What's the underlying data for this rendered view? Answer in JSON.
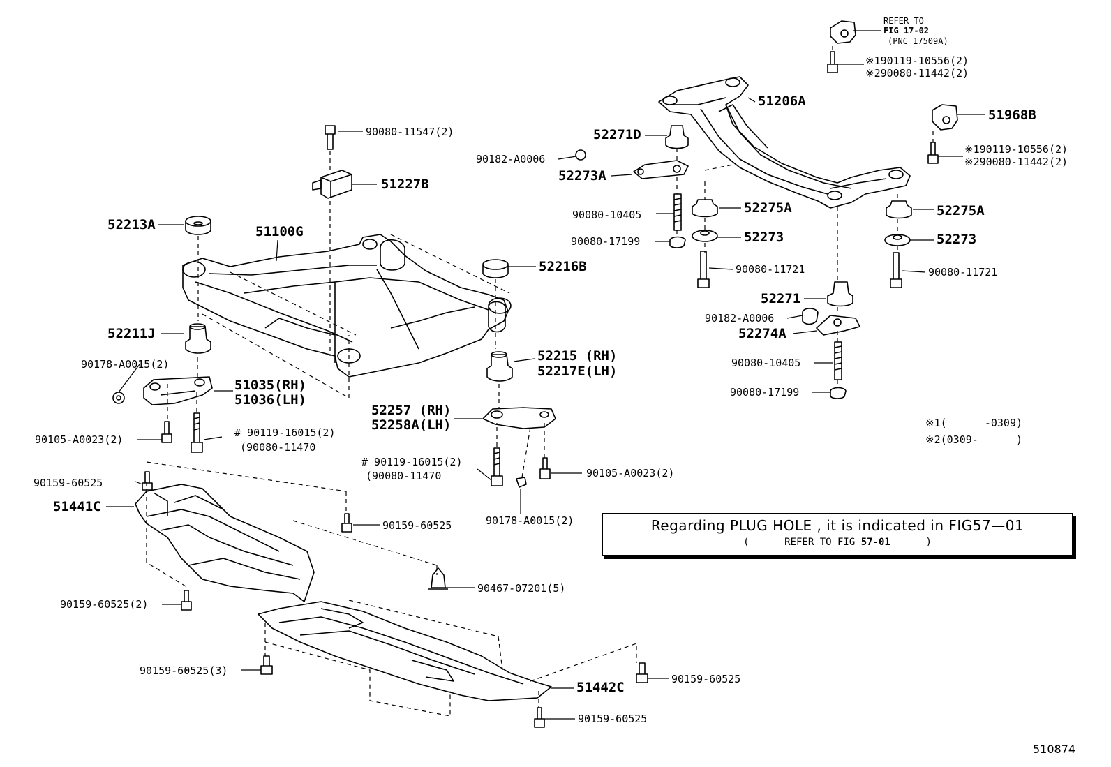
{
  "parts": {
    "p17_02_ref1": "REFER TO",
    "p17_02_ref2": "FIG 17-02",
    "p17_02_ref3": "(PNC 17509A)",
    "p90119_10556_a": "※190119-10556(2)",
    "p90080_11442_a": "※290080-11442(2)",
    "p51206A": "51206A",
    "p51968B": "51968B",
    "p90119_10556_b": "※190119-10556(2)",
    "p90080_11442_b": "※290080-11442(2)",
    "p90080_11547": "90080-11547(2)",
    "p52271D": "52271D",
    "p90182_A0006_a": "90182-A0006",
    "p52273A": "52273A",
    "p51227B": "51227B",
    "p90080_10405_a": "90080-10405",
    "p52275A_a": "52275A",
    "p52275A_b": "52275A",
    "p52213A": "52213A",
    "p51100G": "51100G",
    "p90080_17199_a": "90080-17199",
    "p52273_a": "52273",
    "p52273_b": "52273",
    "p52216B": "52216B",
    "p90080_11721_a": "90080-11721",
    "p90080_11721_b": "90080-11721",
    "p52271": "52271",
    "p90182_A0006_b": "90182-A0006",
    "p52274A": "52274A",
    "p52211J": "52211J",
    "p52215": "52215 (RH)",
    "p52217E": "52217E(LH)",
    "p90080_10405_b": "90080-10405",
    "p90178_A0015_a": "90178-A0015(2)",
    "p51035": "51035(RH)",
    "p51036": "51036(LH)",
    "p90080_17199_b": "90080-17199",
    "p52257": "52257 (RH)",
    "p52258A": "52258A(LH)",
    "note1": "※1(      -0309)",
    "note2": "※2(0309-      )",
    "p90105_A0023_a": "90105-A0023(2)",
    "p90119_16015_a": "# 90119-16015(2)",
    "p90080_11470_a": "(90080-11470",
    "p90119_16015_b": "# 90119-16015(2)",
    "p90080_11470_b": "(90080-11470",
    "p90105_A0023_b": "90105-A0023(2)",
    "p90159_60525_a": "90159-60525",
    "p51441C": "51441C",
    "p90159_60525_b": "90159-60525",
    "p90178_A0015_b": "90178-A0015(2)",
    "p90467_07201": "90467-07201(5)",
    "p90159_60525_c": "90159-60525(2)",
    "p90159_60525_d": "90159-60525(3)",
    "p90159_60525_e": "90159-60525",
    "p51442C": "51442C",
    "p90159_60525_f": "90159-60525"
  },
  "note_box": {
    "line1": "Regarding PLUG HOLE , it is indicated in FIG57—01",
    "line2_open": "(",
    "line2_text": "REFER TO FIG ",
    "line2_fig": "57-01",
    "line2_close": ")"
  },
  "diagram_id": "510874"
}
